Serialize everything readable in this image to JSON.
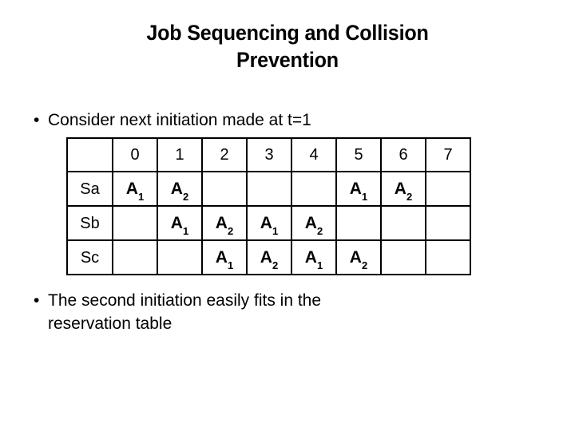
{
  "slide": {
    "title_line_1": "Job Sequencing and Collision",
    "title_line_2": "Prevention",
    "bullet_marker": "•"
  },
  "bullets": [
    {
      "text": "Consider next initiation made at t=1"
    },
    {
      "text": "The second initiation easily fits in the\nreservation table"
    }
  ],
  "reservation_table": {
    "corner_label": "",
    "column_headers": [
      "0",
      "1",
      "2",
      "3",
      "4",
      "5",
      "6",
      "7"
    ],
    "rows": [
      {
        "label": "Sa",
        "cells": [
          {
            "op": "A",
            "sub": "1"
          },
          {
            "op": "A",
            "sub": "2"
          },
          {
            "op": "",
            "sub": ""
          },
          {
            "op": "",
            "sub": ""
          },
          {
            "op": "",
            "sub": ""
          },
          {
            "op": "A",
            "sub": "1"
          },
          {
            "op": "A",
            "sub": "2"
          },
          {
            "op": "",
            "sub": ""
          }
        ]
      },
      {
        "label": "Sb",
        "cells": [
          {
            "op": "",
            "sub": ""
          },
          {
            "op": "A",
            "sub": "1"
          },
          {
            "op": "A",
            "sub": "2"
          },
          {
            "op": "A",
            "sub": "1"
          },
          {
            "op": "A",
            "sub": "2"
          },
          {
            "op": "",
            "sub": ""
          },
          {
            "op": "",
            "sub": ""
          },
          {
            "op": "",
            "sub": ""
          }
        ]
      },
      {
        "label": "Sc",
        "cells": [
          {
            "op": "",
            "sub": ""
          },
          {
            "op": "",
            "sub": ""
          },
          {
            "op": "A",
            "sub": "1"
          },
          {
            "op": "A",
            "sub": "2"
          },
          {
            "op": "A",
            "sub": "1"
          },
          {
            "op": "A",
            "sub": "2"
          },
          {
            "op": "",
            "sub": ""
          },
          {
            "op": "",
            "sub": ""
          }
        ]
      }
    ]
  },
  "colors": {
    "background": "#ffffff",
    "text": "#000000",
    "table_border": "#000000"
  }
}
